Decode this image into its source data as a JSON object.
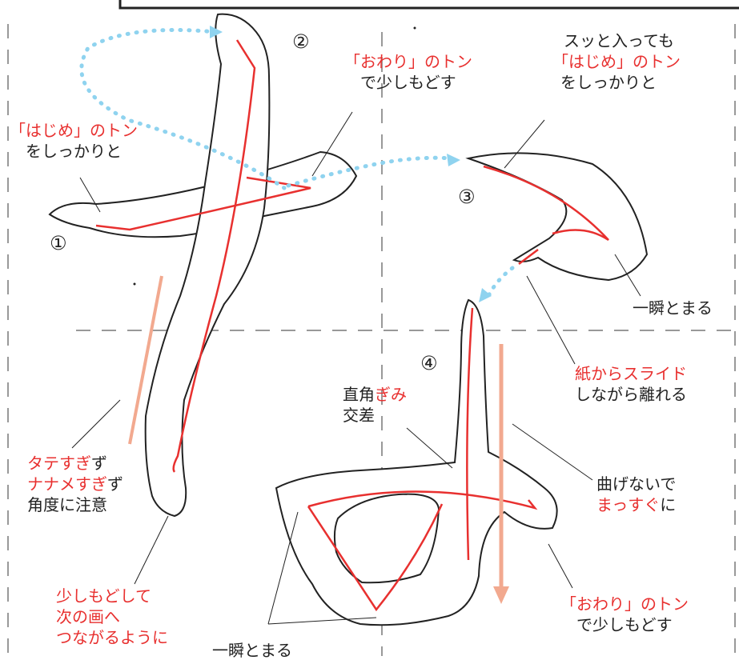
{
  "colors": {
    "ink": "#222222",
    "accent_red": "#e8302f",
    "guide_blue": "#8fd3ef",
    "arrow_salmon": "#f2a98f",
    "grid_gray": "#999999"
  },
  "stroke_numbers": [
    "①",
    "②",
    "③",
    "④"
  ],
  "notes": {
    "n1": {
      "red": "「はじめ」のトン",
      "black": "をしっかりと"
    },
    "n2": {
      "red": "「おわり」のトン",
      "black": "で少しもどす"
    },
    "n3": {
      "line1": "スッと入っても",
      "red": "「はじめ」のトン",
      "black": "をしっかりと"
    },
    "n4": {
      "text": "一瞬とまる"
    },
    "n5": {
      "red": "紙からスライド",
      "black": "しながら離れる"
    },
    "n6": {
      "black1": "直角",
      "red": "ぎみ",
      "black2": "交差"
    },
    "n7": {
      "black": "曲げないで",
      "red": "まっすぐ",
      "black_end": "に"
    },
    "n8": {
      "red1": "タテすぎ",
      "black1": "ず",
      "red2": "ナナメすぎ",
      "black2": "ず",
      "black3": "角度に注意"
    },
    "n9": {
      "line1": "少しもどして",
      "line2": "次の画へ",
      "line3": "つながるように"
    },
    "n10": {
      "text": "一瞬とまる"
    },
    "n11": {
      "red": "「おわり」のトン",
      "black": "で少しもどす"
    }
  }
}
